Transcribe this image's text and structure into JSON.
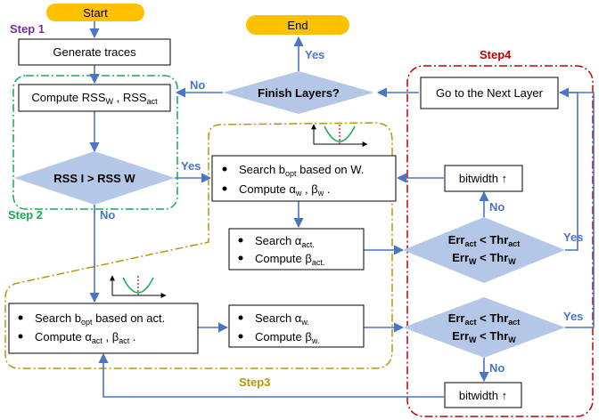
{
  "nodes": {
    "start": "Start",
    "end": "End",
    "generate_traces": "Generate traces",
    "compute_rss_1": "Compute RSS",
    "compute_rss_sub_w": "W",
    "compute_rss_2": " , RSS",
    "compute_rss_sub_act": "act",
    "finish_layers": "Finish Layers?",
    "rss_decision": "RSS I > RSS W",
    "next_layer": "Go to the Next Layer",
    "bitwidth_up_1": "bitwidth ↑",
    "bitwidth_up_2": "bitwidth ↑",
    "search_w_1_a": "Search  b",
    "search_w_1_sub": "opt",
    "search_w_1_b": " based on W.",
    "compute_w_a": "Compute α",
    "compute_w_sub1": "w",
    "compute_w_b": " , β",
    "compute_w_sub2": "w",
    "compute_w_c": " .",
    "search_act_alpha_a": "Search  α",
    "search_act_alpha_sub": "act.",
    "compute_act_beta_a": "Compute β",
    "compute_act_beta_sub": "act.",
    "search_act_1_a": "Search b",
    "search_act_1_sub": "opt",
    "search_act_1_b": " based on act.",
    "compute_act_a": "Compute  α",
    "compute_act_sub1": "act",
    "compute_act_b": " , β",
    "compute_act_sub2": "act",
    "compute_act_c": " .",
    "search_w_alpha_a": "Search  α",
    "search_w_alpha_sub": "w.",
    "compute_w_beta_a": "Compute β",
    "compute_w_beta_sub": "w.",
    "err1_l1_a": "Err",
    "err1_l1_sub1": "act",
    "err1_l1_b": "  < Thr",
    "err1_l1_sub2": "act",
    "err1_l2_a": "Err",
    "err1_l2_sub1": "W",
    "err1_l2_b": " < Thr",
    "err1_l2_sub2": "W",
    "err2_l1_a": "Err",
    "err2_l1_sub1": "act",
    "err2_l1_b": "  < Thr",
    "err2_l1_sub2": "act",
    "err2_l2_a": "Err",
    "err2_l2_sub1": "W",
    "err2_l2_b": " < Thr",
    "err2_l2_sub2": "W"
  },
  "edge_labels": {
    "yes_end": "Yes",
    "no_finish": "No",
    "yes_rss": "Yes",
    "no_rss": "No",
    "no_err1": "No",
    "yes_err1": "Yes",
    "no_err2": "No",
    "yes_err2": "Yes"
  },
  "groups": {
    "step1": "Step 1",
    "step2": "Step 2",
    "step3": "Step3",
    "step4": "Step4"
  },
  "colors": {
    "terminal_fill": "#ffc000",
    "decision_fill": "#b4c7e7",
    "arrow": "#4a74c5",
    "step1": "#7030a0",
    "step2": "#1aaa55",
    "step3": "#b8960b",
    "step4": "#c00000"
  }
}
